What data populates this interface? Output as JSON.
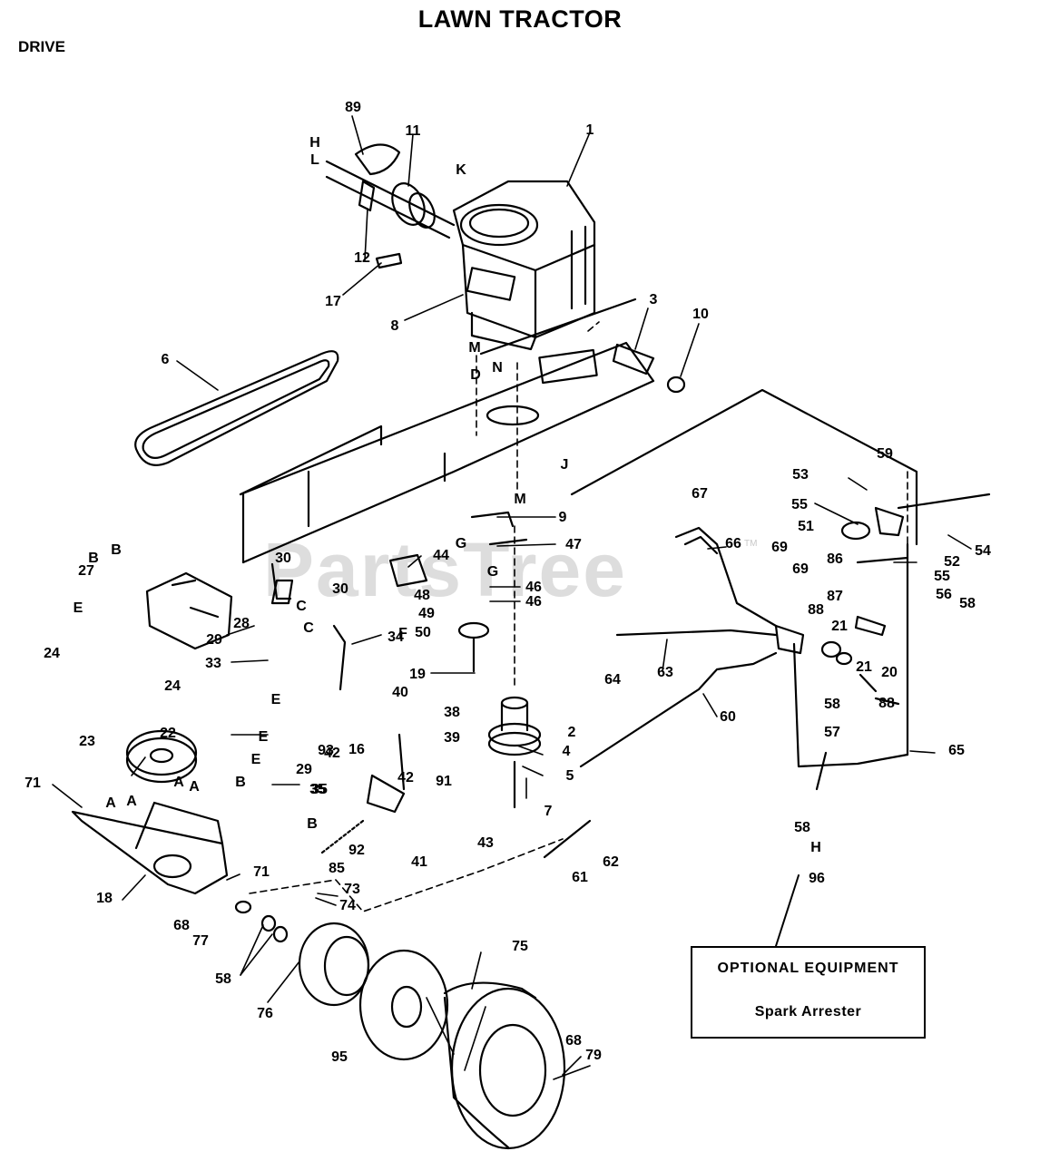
{
  "header": {
    "title": "LAWN TRACTOR",
    "section": "DRIVE"
  },
  "watermark": {
    "text": "PartsTree",
    "tm": "TM"
  },
  "optional_box": {
    "title": "OPTIONAL EQUIPMENT",
    "item": "Spark Arrester",
    "ref": "96"
  },
  "callouts": [
    "89",
    "11",
    "1",
    "K",
    "12",
    "17",
    "8",
    "3",
    "10",
    "M",
    "N",
    "D",
    "6",
    "J",
    "M",
    "9",
    "47",
    "G",
    "G",
    "44",
    "30",
    "30",
    "C",
    "C",
    "28",
    "29",
    "27",
    "B",
    "B",
    "E",
    "24",
    "33",
    "34",
    "48",
    "46",
    "46",
    "49",
    "F",
    "50",
    "19",
    "24",
    "E",
    "29",
    "16",
    "40",
    "38",
    "39",
    "93",
    "42",
    "91",
    "43",
    "42",
    "23",
    "22",
    "E",
    "35",
    "E",
    "35",
    "B",
    "B",
    "A",
    "A",
    "A",
    "A",
    "71",
    "18",
    "71",
    "73",
    "74",
    "68",
    "77",
    "58",
    "76",
    "92",
    "85",
    "41",
    "95",
    "75",
    "68",
    "79",
    "2",
    "4",
    "5",
    "7",
    "62",
    "61",
    "60",
    "67",
    "66",
    "69",
    "69",
    "53",
    "59",
    "55",
    "51",
    "86",
    "52",
    "54",
    "55",
    "56",
    "87",
    "58",
    "88",
    "21",
    "21",
    "20",
    "88",
    "58",
    "57",
    "65",
    "64",
    "63",
    "58",
    "H",
    "H",
    "L"
  ]
}
